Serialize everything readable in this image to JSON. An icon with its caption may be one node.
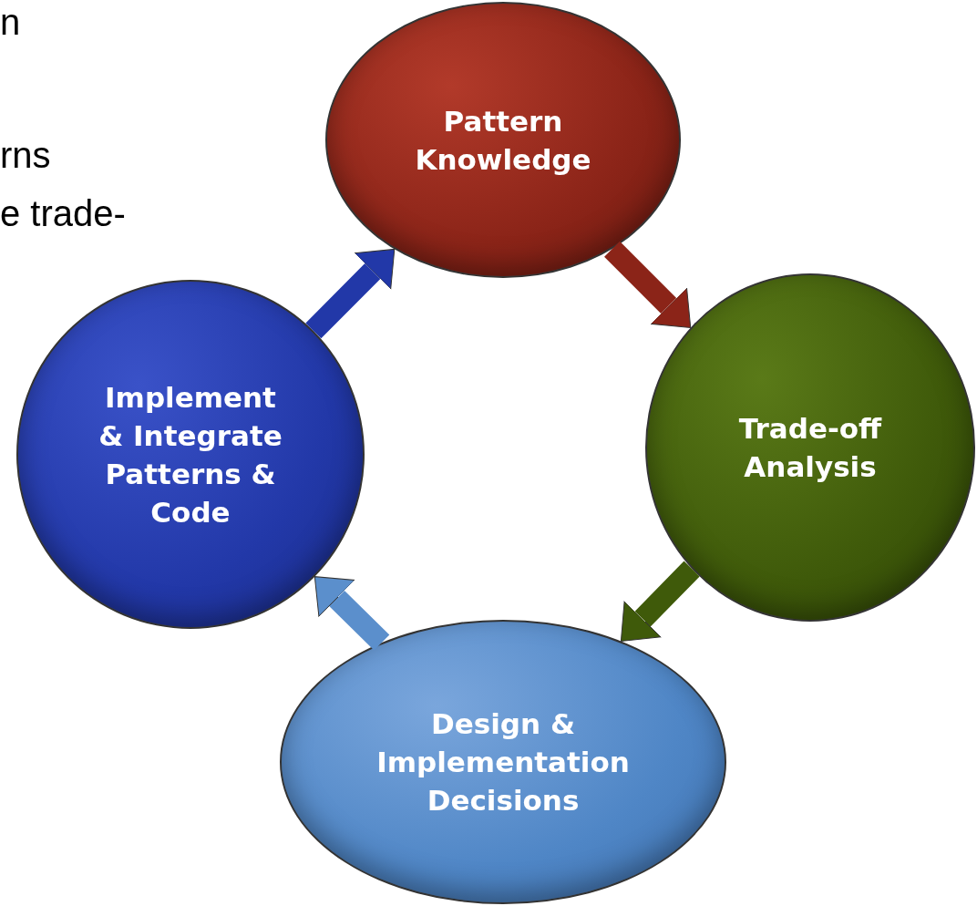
{
  "diagram": {
    "nodes": [
      {
        "text": [
          "Pattern Knowledge"
        ]
      },
      {
        "text": [
          "Trade-off Analysis"
        ]
      },
      {
        "text": [
          "Design & Implementation Decisions"
        ]
      },
      {
        "text": [
          "Implement & Integrate Patterns & Code"
        ]
      }
    ],
    "edges": [
      {
        "from": 0,
        "to": 1,
        "arrow": "to",
        "color": "#8b2418"
      },
      {
        "from": 1,
        "to": 2,
        "arrow": "to",
        "color": "#3f5a0a"
      },
      {
        "from": 2,
        "to": 3,
        "arrow": "to",
        "color": "#5b8fcc"
      },
      {
        "from": 3,
        "to": 0,
        "arrow": "to",
        "color": "#2238a8"
      }
    ],
    "labels": [
      "n",
      "rns",
      "e trade-"
    ]
  }
}
